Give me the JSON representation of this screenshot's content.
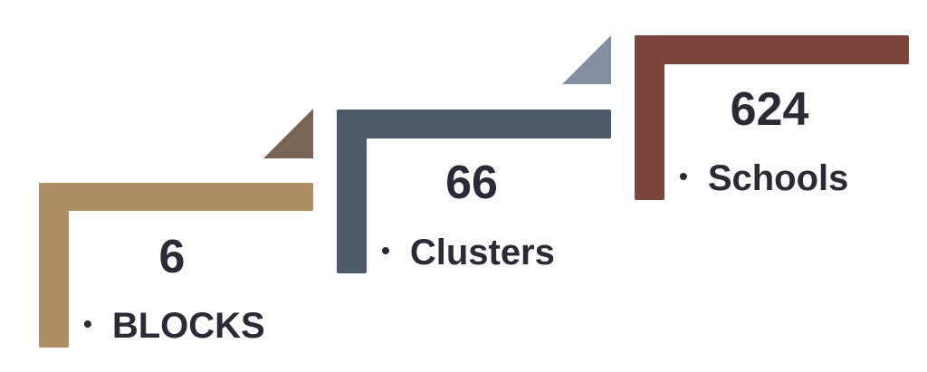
{
  "steps": [
    {
      "value": "6",
      "label": "BLOCKS",
      "bullet": "•",
      "color": "#ad8e65",
      "accent": "#7a6455"
    },
    {
      "value": "66",
      "label": "Clusters",
      "bullet": "•",
      "color": "#4c5a6a",
      "accent": "#858ea3"
    },
    {
      "value": "624",
      "label": "Schools",
      "bullet": "•",
      "color": "#7b4639",
      "accent": null
    }
  ]
}
